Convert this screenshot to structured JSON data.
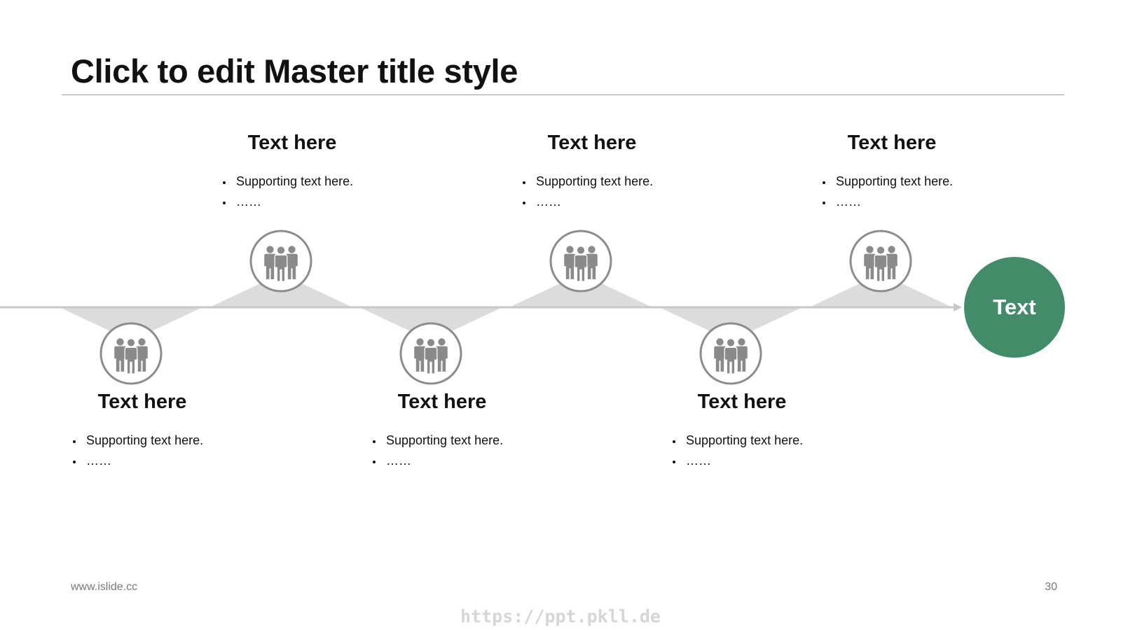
{
  "slide": {
    "title": "Click to edit Master title style",
    "footer_site": "www.islide.cc",
    "page_number": "30",
    "watermark": "https://ppt.pkll.de"
  },
  "colors": {
    "timeline": "#c8c8c8",
    "wedge": "#dcdcdc",
    "icon": "#8a8a8a",
    "icon_ring": "#8c8c8c",
    "end_circle": "#438c6a"
  },
  "timeline": {
    "end_label": "Text",
    "steps": [
      {
        "position": "below",
        "icon": "team-icon",
        "heading": "Text here",
        "bullets": [
          "Supporting text here.",
          "……"
        ]
      },
      {
        "position": "above",
        "icon": "team-icon",
        "heading": "Text here",
        "bullets": [
          "Supporting text here.",
          "……"
        ]
      },
      {
        "position": "below",
        "icon": "team-icon",
        "heading": "Text here",
        "bullets": [
          "Supporting text here.",
          "……"
        ]
      },
      {
        "position": "above",
        "icon": "team-icon",
        "heading": "Text here",
        "bullets": [
          "Supporting text here.",
          "……"
        ]
      },
      {
        "position": "below",
        "icon": "team-icon",
        "heading": "Text here",
        "bullets": [
          "Supporting text here.",
          "……"
        ]
      },
      {
        "position": "above",
        "icon": "team-icon",
        "heading": "Text here",
        "bullets": [
          "Supporting text here.",
          "……"
        ]
      }
    ]
  }
}
